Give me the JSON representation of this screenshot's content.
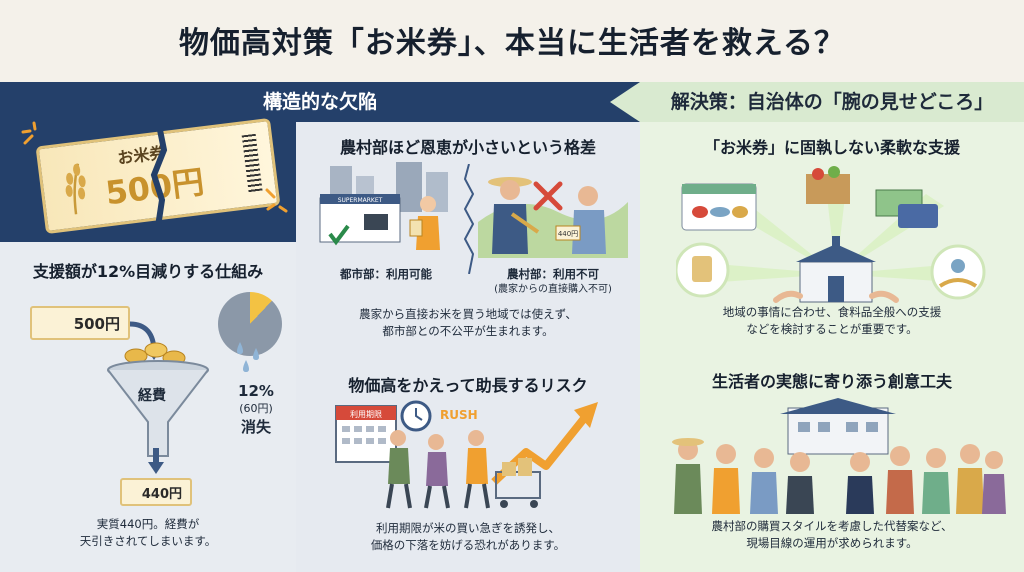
{
  "title": "物価高対策「お米券」、本当に生活者を救える？",
  "left_section": {
    "header": "構造的な欠陥",
    "ticket": {
      "name": "お米券",
      "amount": "500円"
    },
    "mechanism_title": "支援額が12%目減りする仕組み",
    "ticket_in": "500円",
    "funnel_label": "経費",
    "loss_percent": "12%",
    "loss_amount": "(60円)",
    "loss_word": "消失",
    "ticket_out": "440円",
    "caption_line1": "実質440円。経費が",
    "caption_line2": "天引きされてしまいます。"
  },
  "middle_section": {
    "gap_title": "農村部ほど恩恵が小さいという格差",
    "urban_label": "都市部：利用可能",
    "rural_label": "農村部：利用不可",
    "rural_sub": "(農家からの直接購入不可)",
    "supermarket_sign": "SUPERMARKET",
    "rice_bag_label": "440円",
    "gap_caption_line1": "農家から直接お米を買う地域では使えず、",
    "gap_caption_line2": "都市部との不公平が生まれます。",
    "risk_title": "物価高をかえって助長するリスク",
    "calendar_label": "利用期限",
    "rush_label": "RUSH",
    "risk_caption_line1": "利用期限が米の買い急ぎを誘発し、",
    "risk_caption_line2": "価格の下落を妨げる恐れがあります。"
  },
  "right_section": {
    "header": "解決策：自治体の「腕の見せどころ」",
    "flex_title": "「お米券」に固執しない柔軟な支援",
    "flex_caption_line1": "地域の事情に合わせ、食料品全般への支援",
    "flex_caption_line2": "などを検討することが重要です。",
    "creative_title": "生活者の実態に寄り添う創意工夫",
    "creative_caption_line1": "農村部の購買スタイルを考慮した代替案など、",
    "creative_caption_line2": "現場目線の運用が求められます。"
  },
  "colors": {
    "navy": "#24406a",
    "green_bg": "#e9f3e2",
    "gold": "#e8b84a",
    "orange": "#f0a030"
  }
}
